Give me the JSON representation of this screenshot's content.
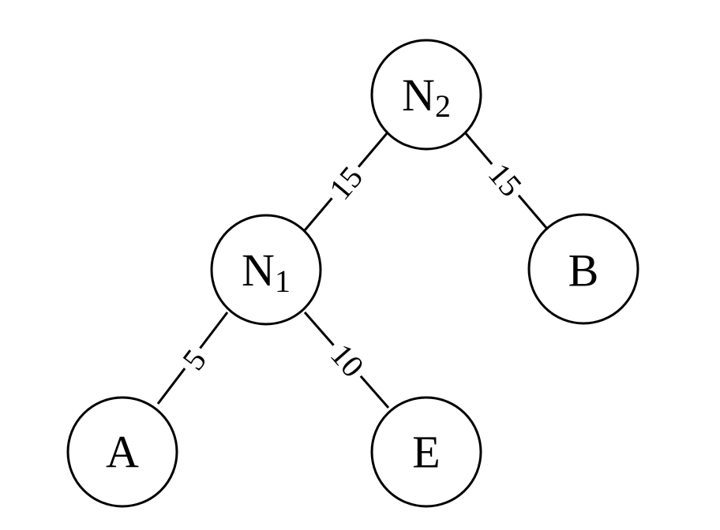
{
  "nodes": {
    "n2": {
      "label": "N",
      "sub": "2"
    },
    "n1": {
      "label": "N",
      "sub": "1"
    },
    "b": {
      "label": "B"
    },
    "a": {
      "label": "A"
    },
    "e": {
      "label": "E"
    }
  },
  "edges": {
    "n2_n1": {
      "weight": "15"
    },
    "n2_b": {
      "weight": "15"
    },
    "n1_a": {
      "weight": "5"
    },
    "n1_e": {
      "weight": "10"
    }
  }
}
